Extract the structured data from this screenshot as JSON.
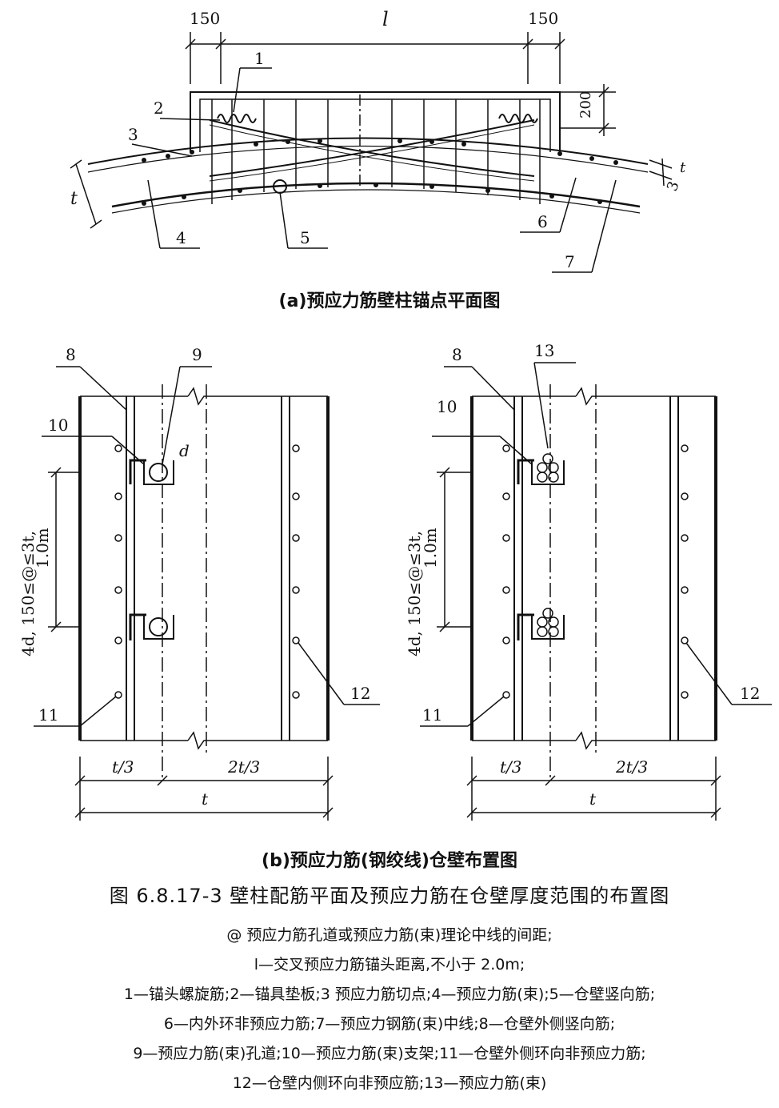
{
  "top": {
    "caption": "(a)预应力筋壁柱锚点平面图",
    "dims": {
      "left": "150",
      "middle": "l",
      "right": "150",
      "height": "200",
      "thickness_side": "3",
      "thickness_t": "t",
      "t": "t"
    },
    "labels": [
      "1",
      "2",
      "3",
      "4",
      "5",
      "6",
      "7"
    ]
  },
  "bottom": {
    "caption": "(b)预应力筋(钢绞线)仓壁布置图",
    "left_panel": {
      "labels": [
        "8",
        "9",
        "10",
        "11",
        "12"
      ],
      "d_label": "d",
      "spacing": "4d, 150≤@≤3t,",
      "spacing2": "1.0m",
      "dims": {
        "t3": "t/3",
        "t23": "2t/3",
        "t": "t"
      }
    },
    "right_panel": {
      "labels": [
        "13",
        "8",
        "10",
        "11",
        "12"
      ],
      "spacing": "4d, 150≤@≤3t,",
      "spacing2": "1.0m",
      "dims": {
        "t3": "t/3",
        "t23": "2t/3",
        "t": "t"
      }
    }
  },
  "figure_title": "图 6.8.17-3   壁柱配筋平面及预应力筋在仓壁厚度范围的布置图",
  "legend": [
    "@   预应力筋孔道或预应力筋(束)理论中线的间距;",
    "l—交叉预应力筋锚头距离,不小于 2.0m;",
    "1—锚头螺旋筋;2—锚具垫板;3 预应力筋切点;4—预应力筋(束);5—仓壁竖向筋;",
    "6—内外环非预应力筋;7—预应力钢筋(束)中线;8—仓壁外侧竖向筋;",
    "9—预应力筋(束)孔道;10—预应力筋(束)支架;11—仓壁外侧环向非预应力筋;",
    "12—仓壁内侧环向非预应筋;13—预应力筋(束)"
  ]
}
